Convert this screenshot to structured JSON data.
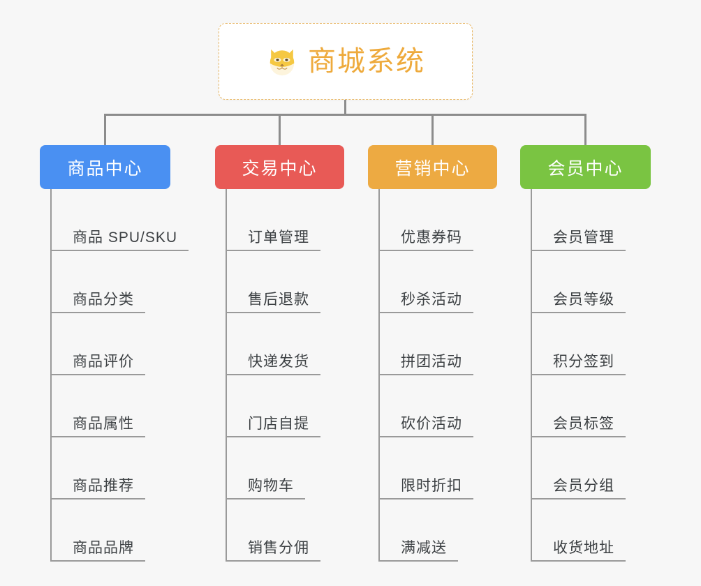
{
  "root": {
    "icon": "shiba-dog-icon",
    "title": "商城系统",
    "color": "#eeaa3c",
    "border_color": "#e8b765",
    "background": "#ffffff"
  },
  "canvas": {
    "background": "#f7f7f7",
    "connector_color": "#8c8c8c"
  },
  "columns": [
    {
      "key": "product",
      "label": "商品中心",
      "color": "#4a90f2",
      "items": [
        {
          "label": "商品 SPU/SKU"
        },
        {
          "label": "商品分类"
        },
        {
          "label": "商品评价"
        },
        {
          "label": "商品属性"
        },
        {
          "label": "商品推荐"
        },
        {
          "label": "商品品牌"
        }
      ]
    },
    {
      "key": "trade",
      "label": "交易中心",
      "color": "#e85a56",
      "items": [
        {
          "label": "订单管理"
        },
        {
          "label": "售后退款"
        },
        {
          "label": "快递发货"
        },
        {
          "label": "门店自提"
        },
        {
          "label": "购物车"
        },
        {
          "label": "销售分佣"
        }
      ]
    },
    {
      "key": "market",
      "label": "营销中心",
      "color": "#edaa42",
      "items": [
        {
          "label": "优惠券码"
        },
        {
          "label": "秒杀活动"
        },
        {
          "label": "拼团活动"
        },
        {
          "label": "砍价活动"
        },
        {
          "label": "限时折扣"
        },
        {
          "label": "满减送"
        }
      ]
    },
    {
      "key": "member",
      "label": "会员中心",
      "color": "#7ac442",
      "items": [
        {
          "label": "会员管理"
        },
        {
          "label": "会员等级"
        },
        {
          "label": "积分签到"
        },
        {
          "label": "会员标签"
        },
        {
          "label": "会员分组"
        },
        {
          "label": "收货地址"
        }
      ]
    }
  ]
}
